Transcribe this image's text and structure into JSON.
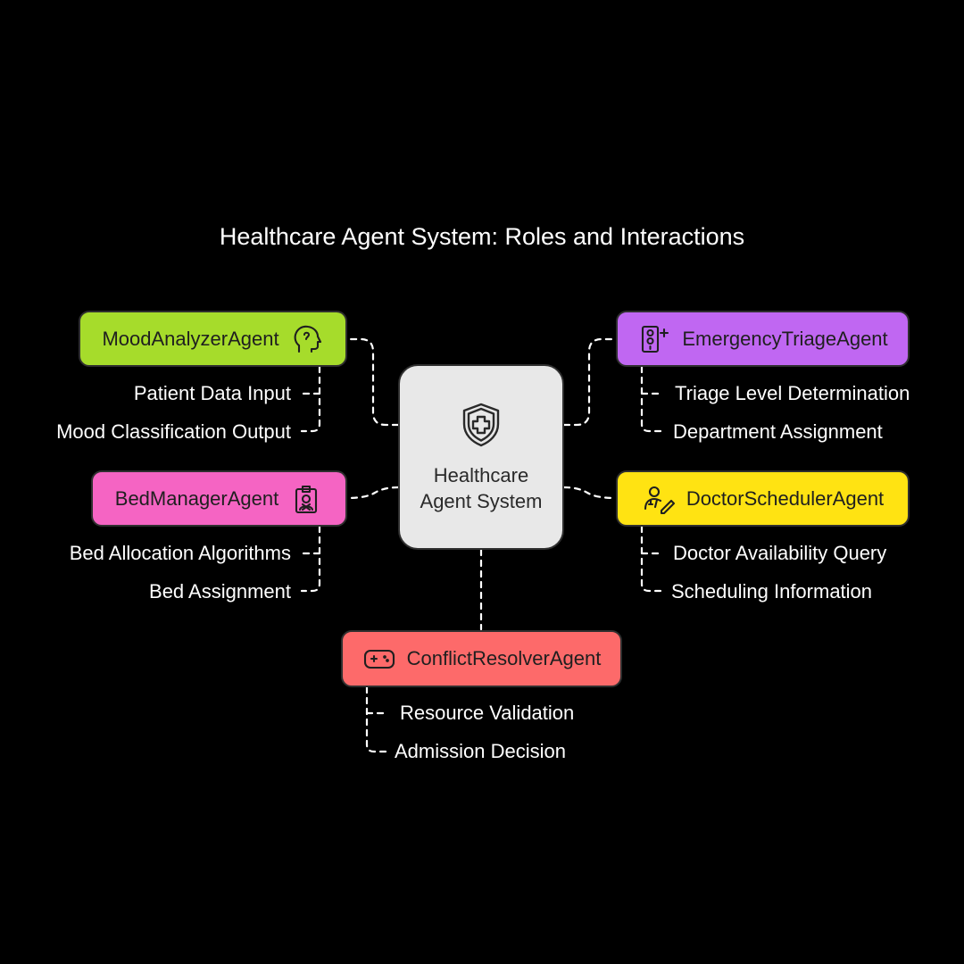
{
  "title": "Healthcare Agent System: Roles and Interactions",
  "center": {
    "label": "Healthcare Agent System",
    "icon": "shield-cross-icon"
  },
  "agents": {
    "mood": {
      "name": "MoodAnalyzerAgent",
      "color": "#a6dc2b",
      "icon": "head-profile-icon",
      "items": [
        "Patient Data Input",
        "Mood Classification Output"
      ]
    },
    "bed": {
      "name": "BedManagerAgent",
      "color": "#f564c3",
      "icon": "badge-person-icon",
      "items": [
        "Bed Allocation Algorithms",
        "Bed Assignment"
      ]
    },
    "triage": {
      "name": "EmergencyTriageAgent",
      "color": "#c067f2",
      "icon": "traffic-light-plus-icon",
      "items": [
        "Triage Level Determination",
        "Department Assignment"
      ]
    },
    "doctor": {
      "name": "DoctorSchedulerAgent",
      "color": "#ffe312",
      "icon": "doctor-pen-icon",
      "items": [
        "Doctor Availability Query",
        "Scheduling Information"
      ]
    },
    "conflict": {
      "name": "ConflictResolverAgent",
      "color": "#fd6a6a",
      "icon": "gamepad-icon",
      "items": [
        "Resource Validation",
        "Admission Decision"
      ]
    }
  }
}
